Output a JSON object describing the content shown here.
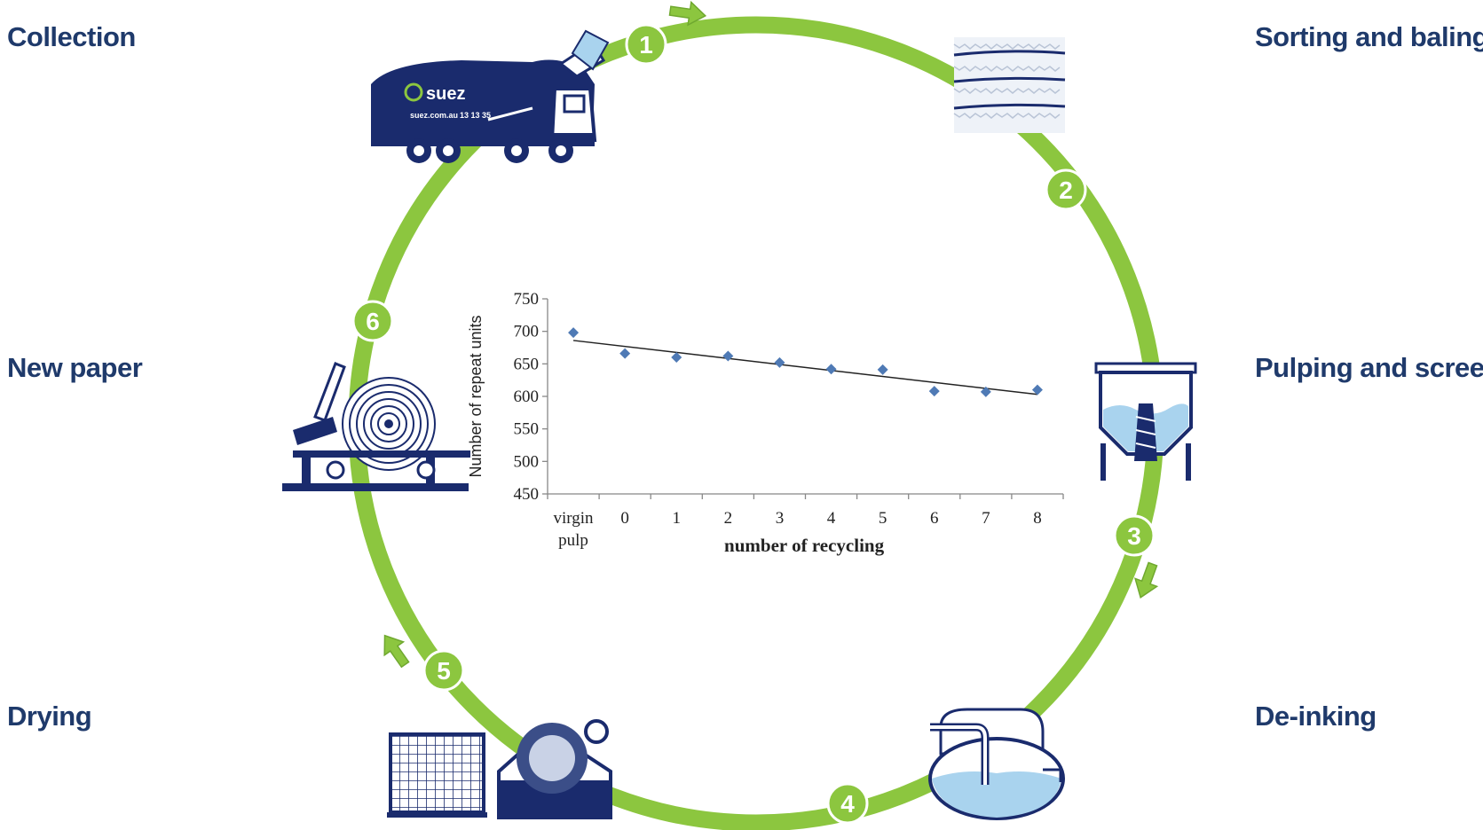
{
  "stages": {
    "collection": "Collection",
    "sorting": "Sorting and baling",
    "pulping": "Pulping and screening",
    "deinking": "De-inking",
    "drying": "Drying",
    "new_paper": "New paper"
  },
  "step_numbers": [
    "1",
    "2",
    "3",
    "4",
    "5",
    "6"
  ],
  "truck": {
    "brand": "suez",
    "website": "suez.com.au",
    "phone": "13 13 35"
  },
  "colors": {
    "ring": "#8cc63f",
    "ring_dark": "#6fa82f",
    "navy": "#1f3a6b",
    "icon_blue": "#1a2b6d",
    "marker": "#4f7ab5",
    "water": "#a9d3ee"
  },
  "chart_data": {
    "type": "scatter",
    "categories": [
      "virgin\npulp",
      "0",
      "1",
      "2",
      "3",
      "4",
      "5",
      "6",
      "7",
      "8"
    ],
    "series": [
      {
        "values": [
          698,
          666,
          660,
          662,
          652,
          642,
          641,
          608,
          607,
          610
        ]
      }
    ],
    "trendline": {
      "start": 686,
      "end": 603
    },
    "xlabel": "number of recycling",
    "ylabel": "Number of repeat units",
    "ylim": [
      450,
      750
    ],
    "yticks": [
      "450",
      "500",
      "550",
      "600",
      "650",
      "700",
      "750"
    ],
    "marker": "diamond",
    "grid": false
  }
}
